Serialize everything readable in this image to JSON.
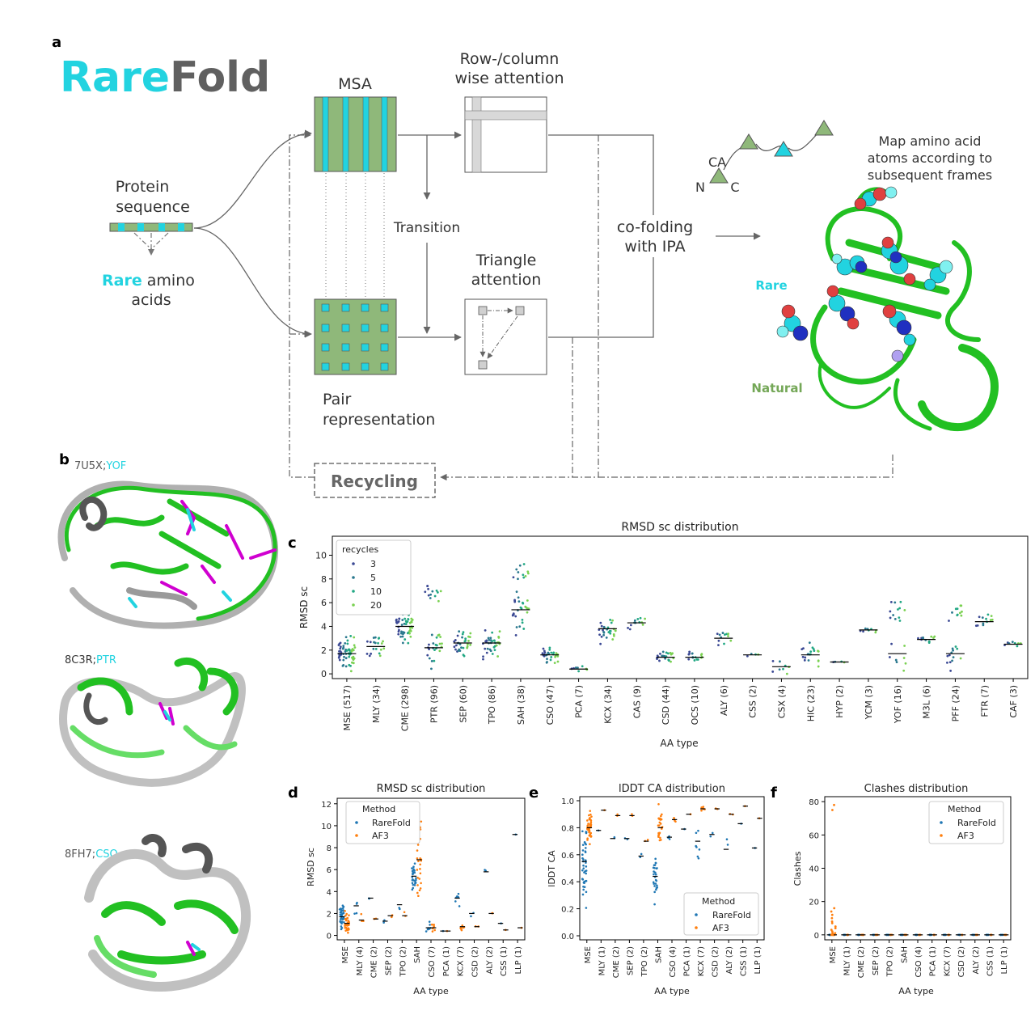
{
  "panel_letters": {
    "a": "a",
    "b": "b",
    "c": "c",
    "d": "d",
    "e": "e",
    "f": "f"
  },
  "logo": {
    "part1": "Rare",
    "part2": "Fold"
  },
  "colors": {
    "rare": "#22d3e0",
    "natural": "#74a757",
    "fold_grey": "#606060",
    "msa_green": "#8fb87a",
    "rarefold": "#1f77b4",
    "af3": "#ff7f0e",
    "ribbon_green": "#22c022",
    "ribbon_grey": "#b0b0b0"
  },
  "schematic": {
    "protein_line1": "Protein",
    "protein_line2": "sequence",
    "rare_word": "Rare",
    "amino_rest": " amino",
    "acids": "acids",
    "msa": "MSA",
    "rowcol_line1": "Row-/column",
    "rowcol_line2": "wise attention",
    "transition": "Transition",
    "triangle_line1": "Triangle",
    "triangle_line2": "attention",
    "pair_line1": "Pair",
    "pair_line2": "representation",
    "cofold_line1": "co-folding",
    "cofold_line2": "with IPA",
    "recycling": "Recycling",
    "ca": "CA",
    "n": "N",
    "c": "C",
    "map_line1": "Map amino acid",
    "map_line2": "atoms according to",
    "map_line3": "subsequent frames",
    "rare_label": "Rare",
    "natural_label": "Natural"
  },
  "structures": [
    {
      "pdb": "7U5X;",
      "residue": "YOF"
    },
    {
      "pdb": "8C3R;",
      "residue": "PTR"
    },
    {
      "pdb": "8FH7;",
      "residue": "CSO"
    }
  ],
  "chart_data": [
    {
      "panel": "c",
      "type": "scatter",
      "title": "RMSD sc distribution",
      "xlabel": "AA type",
      "ylabel": "RMSD sc",
      "ylim": [
        -0.4,
        11.6
      ],
      "yticks": [
        0,
        2,
        4,
        6,
        8,
        10
      ],
      "legend": {
        "title": "recycles",
        "placement": "top-left",
        "entries": [
          "3",
          "5",
          "10",
          "20"
        ]
      },
      "series_colors": [
        "#3b4994",
        "#2a788e",
        "#22a884",
        "#7ad151"
      ],
      "categories": [
        "MSE (517)",
        "MLY (34)",
        "CME (298)",
        "PTR (96)",
        "SEP (60)",
        "TPO (86)",
        "SAH (38)",
        "CSO (47)",
        "PCA (7)",
        "KCX (34)",
        "CAS (9)",
        "CSD (44)",
        "OCS (10)",
        "ALY (6)",
        "CSS (2)",
        "CSX (4)",
        "HIC (23)",
        "HYP (2)",
        "YCM (3)",
        "YOF (16)",
        "M3L (6)",
        "PFF (24)",
        "FTR (7)",
        "CAF (3)"
      ],
      "medians": [
        1.7,
        2.3,
        4.0,
        2.2,
        2.6,
        2.6,
        5.4,
        1.6,
        0.4,
        3.8,
        4.3,
        1.4,
        1.4,
        3.0,
        1.6,
        0.6,
        1.6,
        1.0,
        3.7,
        1.7,
        2.9,
        1.7,
        4.4,
        2.5
      ],
      "spread": [
        1.8,
        1.2,
        1.6,
        2.2,
        1.6,
        1.6,
        3.0,
        1.0,
        0.3,
        1.6,
        1.2,
        0.8,
        0.8,
        1.4,
        0.3,
        0.8,
        1.6,
        0.1,
        0.4,
        2.2,
        0.5,
        2.2,
        1.2,
        0.4
      ],
      "high_cluster": [
        null,
        null,
        null,
        6.8,
        null,
        null,
        8.5,
        null,
        null,
        null,
        null,
        null,
        null,
        null,
        null,
        null,
        null,
        null,
        null,
        5.3,
        null,
        5.3,
        null,
        null
      ],
      "point_counts": [
        60,
        20,
        50,
        36,
        30,
        36,
        40,
        26,
        8,
        26,
        12,
        22,
        14,
        12,
        4,
        6,
        20,
        4,
        6,
        18,
        10,
        24,
        12,
        8
      ]
    },
    {
      "panel": "d",
      "type": "scatter",
      "title": "RMSD sc distribution",
      "xlabel": "AA type",
      "ylabel": "RMSD sc",
      "ylim": [
        -0.4,
        12.5
      ],
      "yticks": [
        0,
        2,
        4,
        6,
        8,
        10,
        12
      ],
      "legend": {
        "title": "Method",
        "placement": "top-left",
        "entries": [
          "RareFold",
          "AF3"
        ]
      },
      "series_colors": [
        "#1f77b4",
        "#ff7f0e"
      ],
      "categories": [
        "MSE",
        "MLY (4)",
        "CME (2)",
        "SEP (2)",
        "TPO (2)",
        "SAH",
        "CSO (7)",
        "PCA (1)",
        "KCX (7)",
        "CSD (2)",
        "ALY (2)",
        "CSS (1)",
        "LLP (1)"
      ],
      "medians_rarefold": [
        1.7,
        2.7,
        3.4,
        1.3,
        2.8,
        5.4,
        0.7,
        0.4,
        3.4,
        2.0,
        5.8,
        1.1,
        9.2
      ],
      "medians_af3": [
        1.1,
        1.4,
        1.5,
        1.8,
        1.8,
        6.9,
        0.7,
        0.4,
        0.8,
        0.8,
        2.0,
        0.5,
        0.7
      ],
      "spread_rarefold": [
        1.5,
        1.4,
        0.2,
        0.2,
        0.8,
        2.4,
        0.7,
        0.0,
        1.6,
        0.3,
        0.3,
        0.0,
        0.0
      ],
      "spread_af3": [
        1.4,
        0.6,
        0.1,
        0.3,
        0.6,
        5.0,
        0.6,
        0.0,
        0.4,
        0.2,
        0.1,
        0.0,
        0.0
      ],
      "point_counts": [
        40,
        4,
        2,
        2,
        2,
        26,
        7,
        1,
        7,
        2,
        2,
        1,
        1
      ]
    },
    {
      "panel": "e",
      "type": "scatter",
      "title": "lDDT CA distribution",
      "xlabel": "AA type",
      "ylabel": "lDDT CA",
      "ylim": [
        -0.03,
        1.03
      ],
      "yticks": [
        0.0,
        0.2,
        0.4,
        0.6,
        0.8,
        1.0
      ],
      "legend": {
        "title": "Method",
        "placement": "bottom-right",
        "entries": [
          "RareFold",
          "AF3"
        ]
      },
      "series_colors": [
        "#1f77b4",
        "#ff7f0e"
      ],
      "categories": [
        "MSE",
        "MLY (1)",
        "CME (2)",
        "SEP (2)",
        "TPO (2)",
        "SAH",
        "CSO (4)",
        "PCA (1)",
        "KCX (7)",
        "CSD (2)",
        "ALY (2)",
        "CSS (1)",
        "LLP (1)"
      ],
      "medians_rarefold": [
        0.55,
        0.78,
        0.72,
        0.72,
        0.59,
        0.44,
        0.73,
        0.79,
        0.7,
        0.75,
        0.64,
        0.83,
        0.65
      ],
      "medians_af3": [
        0.8,
        0.93,
        0.89,
        0.89,
        0.7,
        0.8,
        0.86,
        0.9,
        0.94,
        0.94,
        0.9,
        0.96,
        0.87
      ],
      "spread_rarefold": [
        0.4,
        0.0,
        0.02,
        0.02,
        0.05,
        0.25,
        0.03,
        0.0,
        0.2,
        0.03,
        0.15,
        0.0,
        0.0
      ],
      "spread_af3": [
        0.18,
        0.0,
        0.04,
        0.03,
        0.12,
        0.2,
        0.03,
        0.0,
        0.03,
        0.02,
        0.02,
        0.0,
        0.0
      ],
      "point_counts": [
        40,
        1,
        2,
        2,
        2,
        26,
        4,
        1,
        7,
        2,
        2,
        1,
        1
      ]
    },
    {
      "panel": "f",
      "type": "scatter",
      "title": "Clashes distribution",
      "xlabel": "AA type",
      "ylabel": "Clashes",
      "ylim": [
        -3,
        83
      ],
      "yticks": [
        0,
        20,
        40,
        60,
        80
      ],
      "legend": {
        "title": "Method",
        "placement": "top-right",
        "entries": [
          "RareFold",
          "AF3"
        ]
      },
      "series_colors": [
        "#1f77b4",
        "#ff7f0e"
      ],
      "categories": [
        "MSE",
        "MLY (1)",
        "CME (2)",
        "SEP (2)",
        "TPO (2)",
        "SAH",
        "CSO (4)",
        "PCA (1)",
        "KCX (7)",
        "CSD (2)",
        "ALY (2)",
        "CSS (1)",
        "LLP (1)"
      ],
      "af3_mse_values": [
        78,
        75,
        16,
        14,
        12,
        10,
        8,
        7,
        5,
        4,
        3,
        2,
        1,
        1,
        0,
        0
      ],
      "medians_rarefold": [
        0,
        0,
        0,
        0,
        0,
        0,
        0,
        0,
        0,
        0,
        0,
        0,
        0
      ],
      "medians_af3": [
        0,
        0,
        0,
        0,
        0,
        0,
        0,
        0,
        0,
        0,
        0,
        0,
        0
      ]
    }
  ]
}
